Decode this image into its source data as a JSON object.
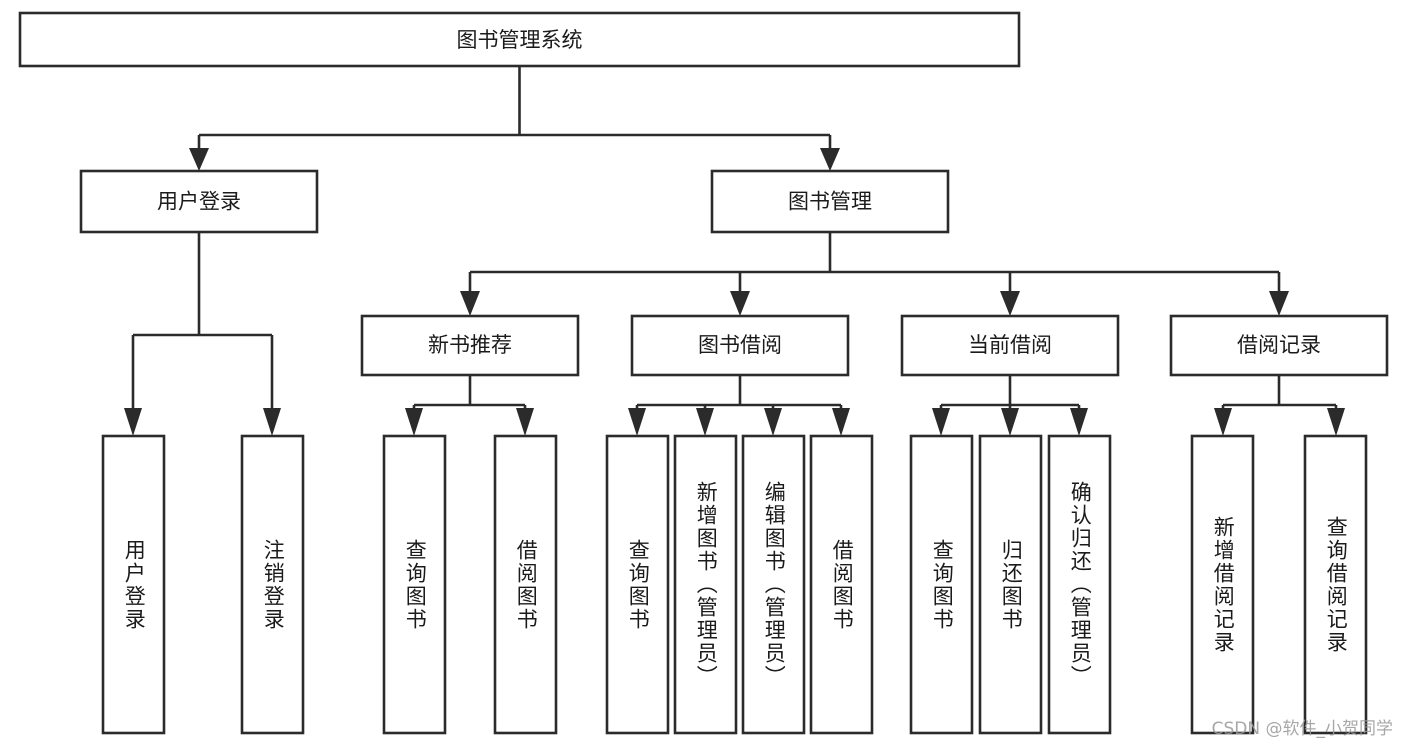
{
  "diagram": {
    "type": "tree-hierarchy",
    "title": "图书管理系统",
    "watermark": "CSDN @软件_小贺同学",
    "colors": {
      "stroke": "#2b2b2b",
      "fill": "#ffffff",
      "text": "#1b1b1b",
      "watermark": "#9b9b9b"
    },
    "levels": [
      {
        "level": 1,
        "nodes": [
          {
            "id": "root",
            "label": "图书管理系统",
            "orientation": "horizontal"
          }
        ]
      },
      {
        "level": 2,
        "nodes": [
          {
            "id": "login",
            "label": "用户登录",
            "orientation": "horizontal",
            "parent": "root"
          },
          {
            "id": "bookmgmt",
            "label": "图书管理",
            "orientation": "horizontal",
            "parent": "root"
          }
        ]
      },
      {
        "level": 3,
        "nodes": [
          {
            "id": "newbook",
            "label": "新书推荐",
            "orientation": "horizontal",
            "parent": "bookmgmt"
          },
          {
            "id": "borrow",
            "label": "图书借阅",
            "orientation": "horizontal",
            "parent": "bookmgmt"
          },
          {
            "id": "current",
            "label": "当前借阅",
            "orientation": "horizontal",
            "parent": "bookmgmt"
          },
          {
            "id": "records",
            "label": "借阅记录",
            "orientation": "horizontal",
            "parent": "bookmgmt"
          }
        ]
      },
      {
        "level": 4,
        "nodes": [
          {
            "id": "leaf-1",
            "label": "用户登录",
            "orientation": "vertical",
            "parent": "login"
          },
          {
            "id": "leaf-2",
            "label": "注销登录",
            "orientation": "vertical",
            "parent": "login"
          },
          {
            "id": "leaf-3",
            "label": "查询图书",
            "orientation": "vertical",
            "parent": "newbook"
          },
          {
            "id": "leaf-4",
            "label": "借阅图书",
            "orientation": "vertical",
            "parent": "newbook"
          },
          {
            "id": "leaf-5",
            "label": "查询图书",
            "orientation": "vertical",
            "parent": "borrow"
          },
          {
            "id": "leaf-6",
            "label": "新增图书（管理员）",
            "orientation": "vertical",
            "parent": "borrow"
          },
          {
            "id": "leaf-7",
            "label": "编辑图书（管理员）",
            "orientation": "vertical",
            "parent": "borrow"
          },
          {
            "id": "leaf-8",
            "label": "借阅图书",
            "orientation": "vertical",
            "parent": "borrow"
          },
          {
            "id": "leaf-9",
            "label": "查询图书",
            "orientation": "vertical",
            "parent": "current"
          },
          {
            "id": "leaf-10",
            "label": "归还图书",
            "orientation": "vertical",
            "parent": "current"
          },
          {
            "id": "leaf-11",
            "label": "确认归还（管理员）",
            "orientation": "vertical",
            "parent": "current"
          },
          {
            "id": "leaf-12",
            "label": "新增借阅记录",
            "orientation": "vertical",
            "parent": "records"
          },
          {
            "id": "leaf-13",
            "label": "查询借阅记录",
            "orientation": "vertical",
            "parent": "records"
          }
        ]
      }
    ]
  }
}
